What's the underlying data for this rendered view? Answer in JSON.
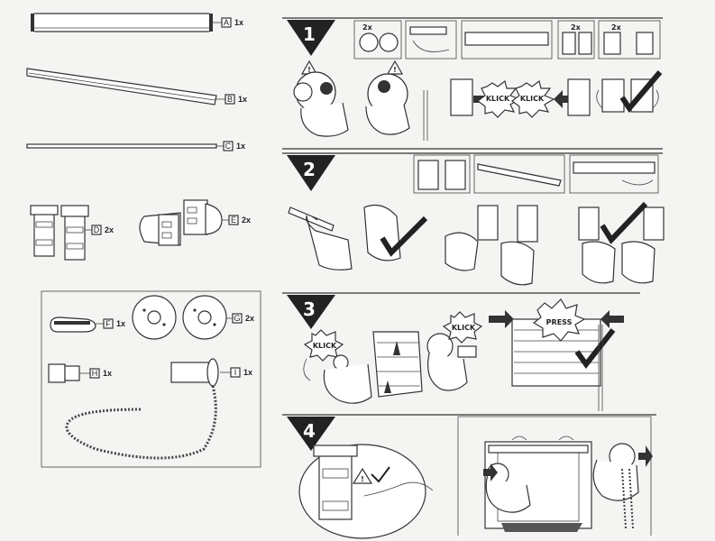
{
  "parts": [
    {
      "letter": "A",
      "qty": "1x"
    },
    {
      "letter": "B",
      "qty": "1x"
    },
    {
      "letter": "C",
      "qty": "1x"
    },
    {
      "letter": "D",
      "qty": "2x"
    },
    {
      "letter": "E",
      "qty": "2x"
    },
    {
      "letter": "F",
      "qty": "1x"
    },
    {
      "letter": "G",
      "qty": "2x"
    },
    {
      "letter": "H",
      "qty": "1x"
    },
    {
      "letter": "I",
      "qty": "1x"
    }
  ],
  "steps": [
    {
      "number": "1",
      "ref_qty_a": "2x",
      "ref_qty_b": "2x",
      "ref_qty_c": "2x",
      "sound_1": "KLICK",
      "sound_2": "KLICK"
    },
    {
      "number": "2"
    },
    {
      "number": "3",
      "sound_1": "KLICK",
      "sound_2": "KLICK",
      "press": "PRESS"
    },
    {
      "number": "4"
    }
  ],
  "symbols": {
    "warning": "!"
  }
}
